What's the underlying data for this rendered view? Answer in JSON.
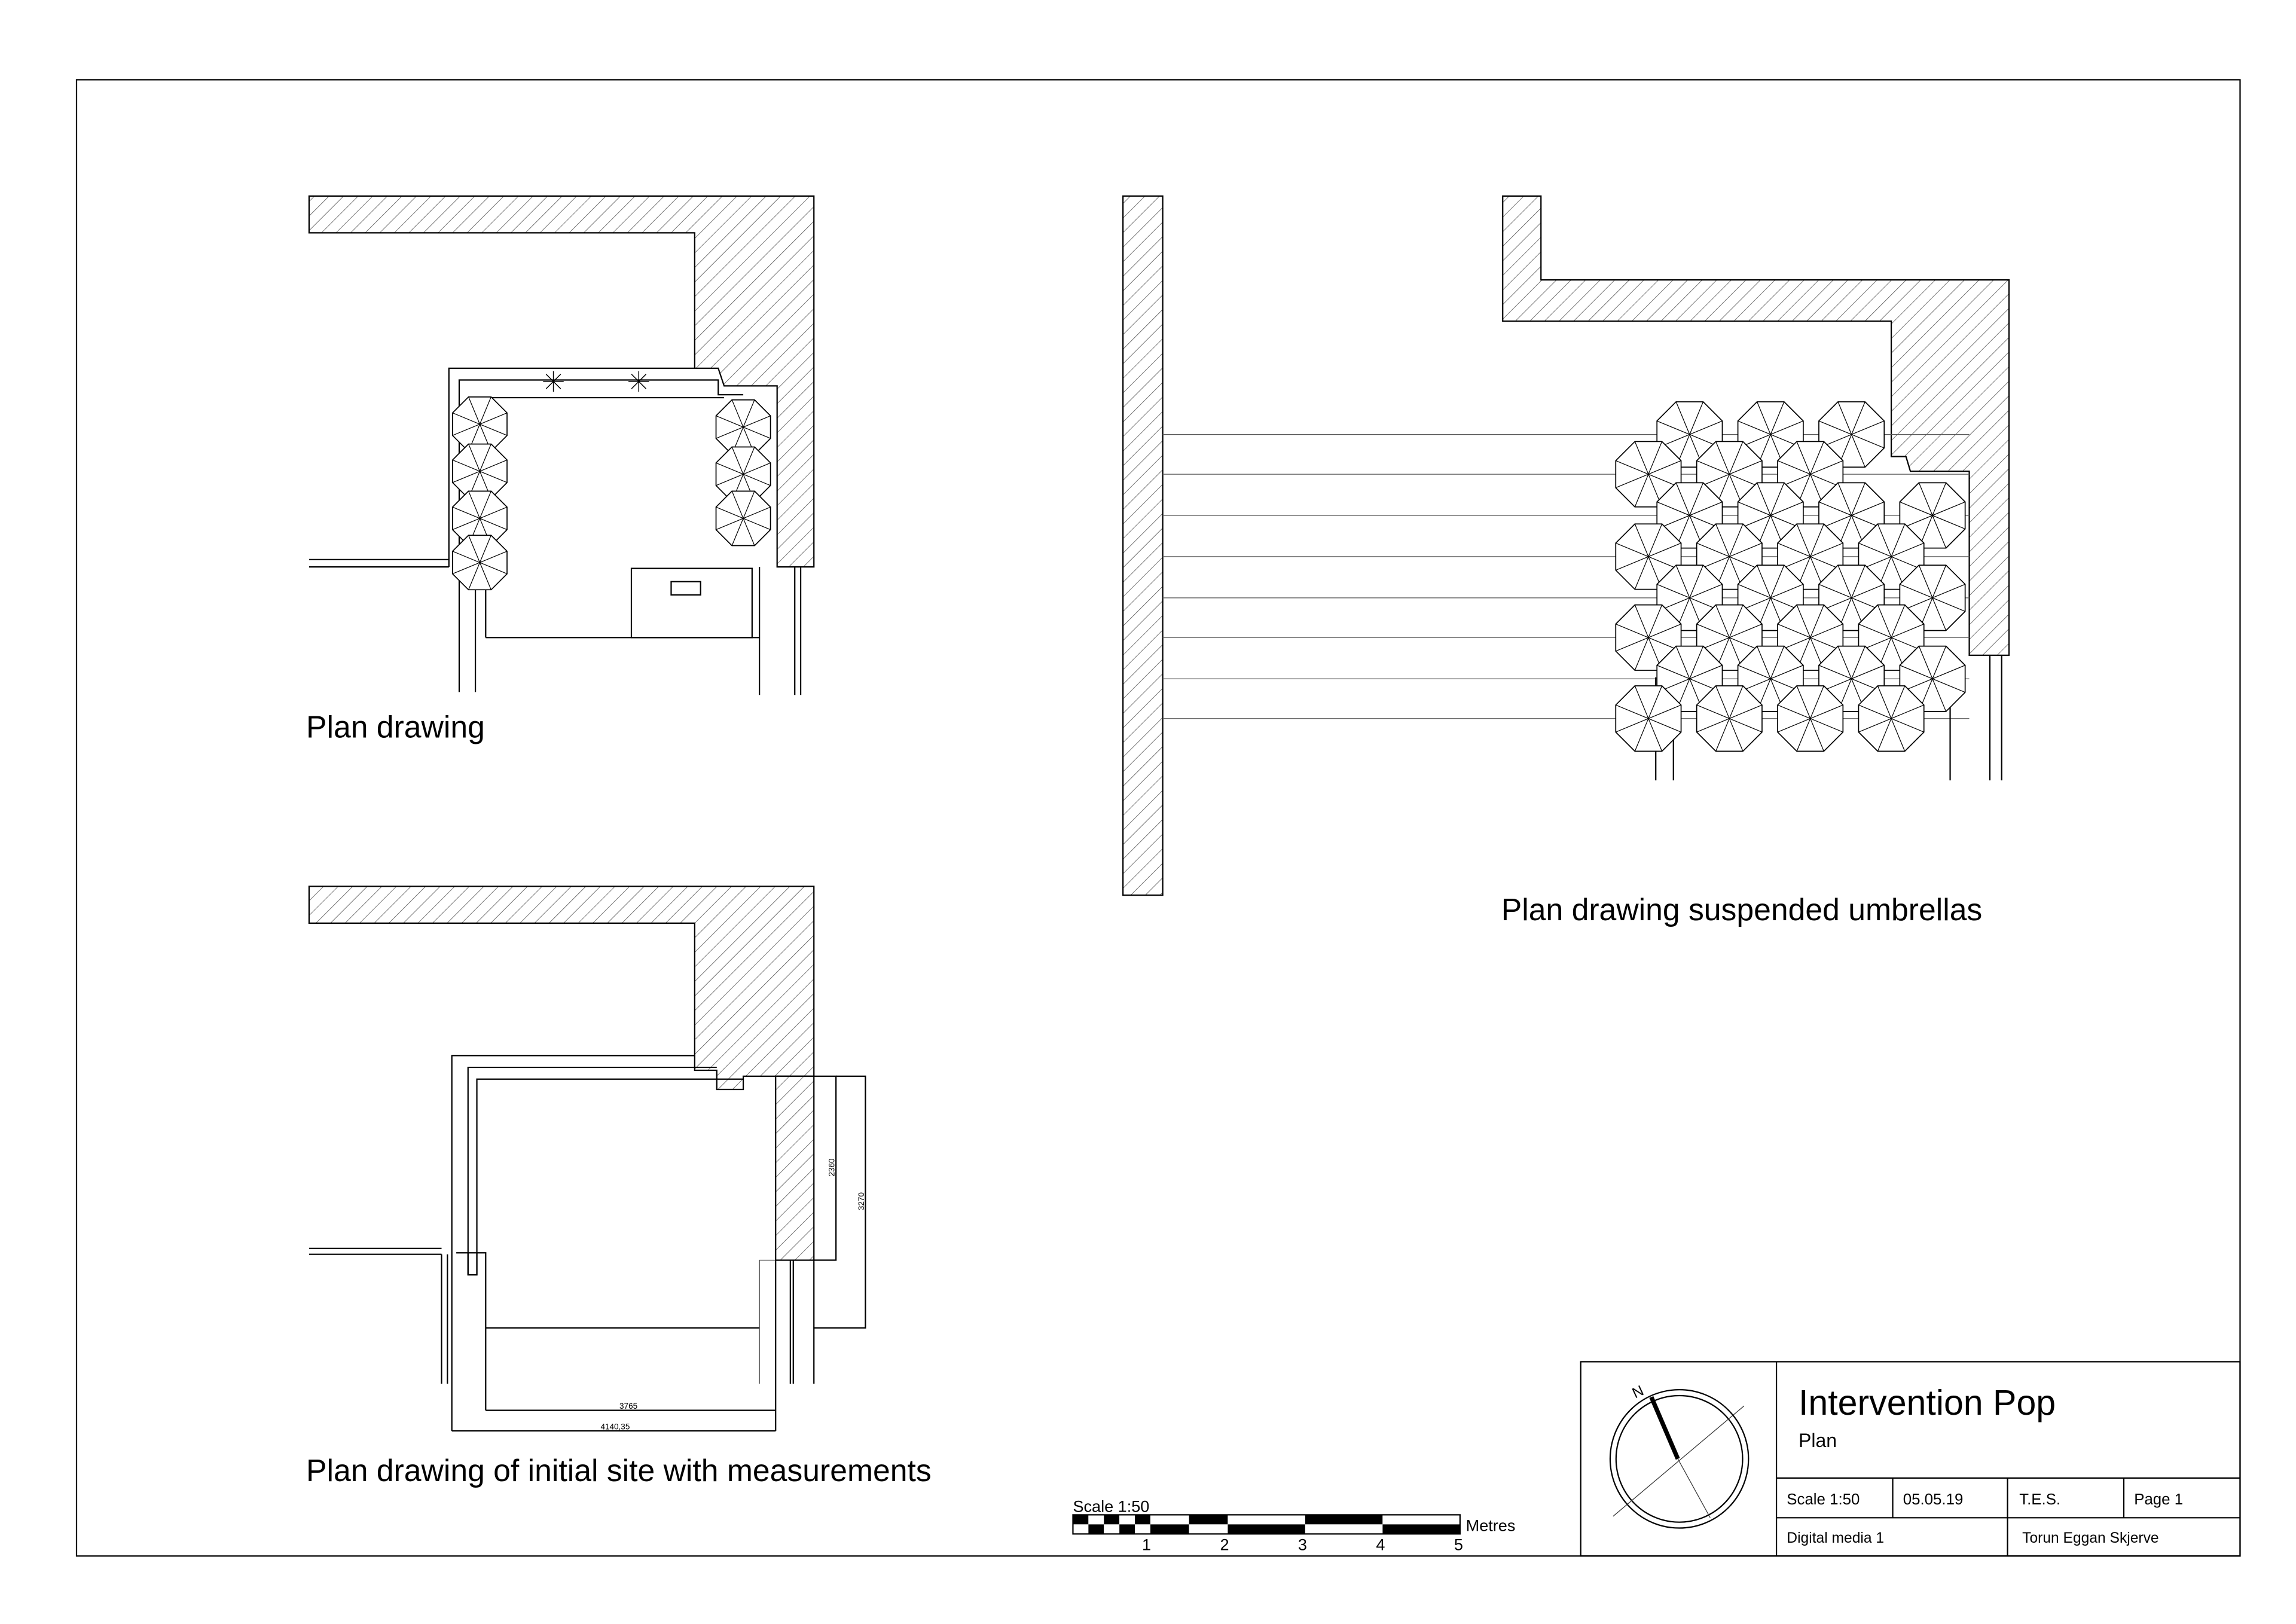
{
  "drawings": {
    "plan": {
      "label": "Plan drawing"
    },
    "suspended": {
      "label": "Plan drawing suspended umbrellas"
    },
    "initial": {
      "label": "Plan drawing of initial site with measurements",
      "dimensions": {
        "inner_width": "3765",
        "outer_width": "4140,35",
        "inner_depth": "2360",
        "outer_depth": "3270"
      }
    }
  },
  "scale_bar": {
    "title": "Scale 1:50",
    "unit": "Metres",
    "ticks": [
      "1",
      "2",
      "3",
      "4",
      "5"
    ]
  },
  "title_block": {
    "north_label": "N",
    "title": "Intervention Pop",
    "subtitle": "Plan",
    "scale": "Scale 1:50",
    "date": "05.05.19",
    "initials": "T.E.S.",
    "page": "Page 1",
    "course": "Digital media 1",
    "author": "Torun Eggan Skjerve"
  }
}
